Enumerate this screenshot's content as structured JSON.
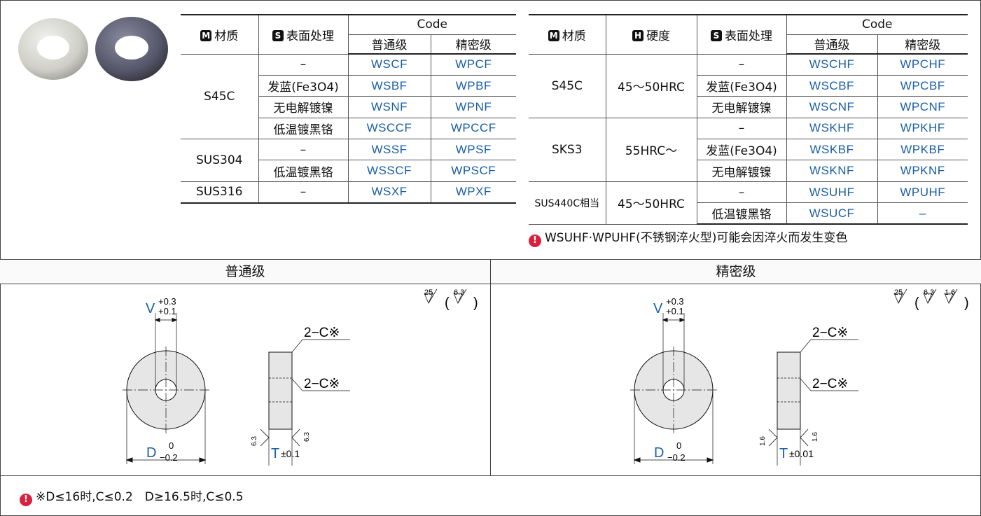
{
  "headers": {
    "material": "材质",
    "hardness": "硬度",
    "surface": "表面处理",
    "code": "Code",
    "normal": "普通级",
    "precision": "精密级",
    "badge_m": "M",
    "badge_h": "H",
    "badge_s": "S"
  },
  "table1": {
    "groups": [
      {
        "material": "S45C",
        "rows": [
          {
            "surface": "–",
            "normal": "WSCF",
            "precision": "WPCF"
          },
          {
            "surface": "发蓝(Fe3O4)",
            "normal": "WSBF",
            "precision": "WPBF"
          },
          {
            "surface": "无电解镀镍",
            "normal": "WSNF",
            "precision": "WPNF"
          },
          {
            "surface": "低温镀黑铬",
            "normal": "WSCCF",
            "precision": "WPCCF"
          }
        ]
      },
      {
        "material": "SUS304",
        "rows": [
          {
            "surface": "–",
            "normal": "WSSF",
            "precision": "WPSF"
          },
          {
            "surface": "低温镀黑铬",
            "normal": "WSSCF",
            "precision": "WPSCF"
          }
        ]
      },
      {
        "material": "SUS316",
        "rows": [
          {
            "surface": "–",
            "normal": "WSXF",
            "precision": "WPXF"
          }
        ]
      }
    ]
  },
  "table2": {
    "groups": [
      {
        "material": "S45C",
        "hardness": "45～50HRC",
        "rows": [
          {
            "surface": "–",
            "normal": "WSCHF",
            "precision": "WPCHF"
          },
          {
            "surface": "发蓝(Fe3O4)",
            "normal": "WSCBF",
            "precision": "WPCBF"
          },
          {
            "surface": "无电解镀镍",
            "normal": "WSCNF",
            "precision": "WPCNF"
          }
        ]
      },
      {
        "material": "SKS3",
        "hardness": "55HRC～",
        "rows": [
          {
            "surface": "–",
            "normal": "WSKHF",
            "precision": "WPKHF"
          },
          {
            "surface": "发蓝(Fe3O4)",
            "normal": "WSKBF",
            "precision": "WPKBF"
          },
          {
            "surface": "无电解镀镍",
            "normal": "WSKNF",
            "precision": "WPKNF"
          }
        ]
      },
      {
        "material": "SUS440C相当",
        "hardness": "45～50HRC",
        "rows": [
          {
            "surface": "–",
            "normal": "WSUHF",
            "precision": "WPUHF"
          },
          {
            "surface": "低温镀黑铬",
            "normal": "WSUCF",
            "precision": "–"
          }
        ]
      }
    ]
  },
  "note_quench": "WSUHF·WPUHF(不锈钢淬火型)可能会因淬火而发生变色",
  "section_normal": "普通级",
  "section_precision": "精密级",
  "drawing_normal": {
    "v_label": "V",
    "v_tol_upper": "+0.3",
    "v_tol_lower": "+0.1",
    "d_label": "D",
    "d_tol_upper": "0",
    "d_tol_lower": "−0.2",
    "t_label": "T",
    "t_tol": "±0.1",
    "chamfer": "2−C※",
    "rough_main": "25",
    "rough_paren": "6.3",
    "rough_face": "6.3"
  },
  "drawing_precision": {
    "v_label": "V",
    "v_tol_upper": "+0.3",
    "v_tol_lower": "+0.1",
    "d_label": "D",
    "d_tol_upper": "0",
    "d_tol_lower": "−0.2",
    "t_label": "T",
    "t_tol": "±0.01",
    "chamfer": "2−C※",
    "rough_main": "25",
    "rough_paren_1": "6.3",
    "rough_paren_2": "1.6",
    "rough_face": "1.6"
  },
  "note_chamfer": "※D≤16时,C≤0.2　D≥16.5时,C≤0.5",
  "warn_symbol": "!",
  "colors": {
    "code_blue": "#1a5fa8",
    "warn_red": "#d9213f",
    "dim_blue": "#1a5fa8"
  }
}
